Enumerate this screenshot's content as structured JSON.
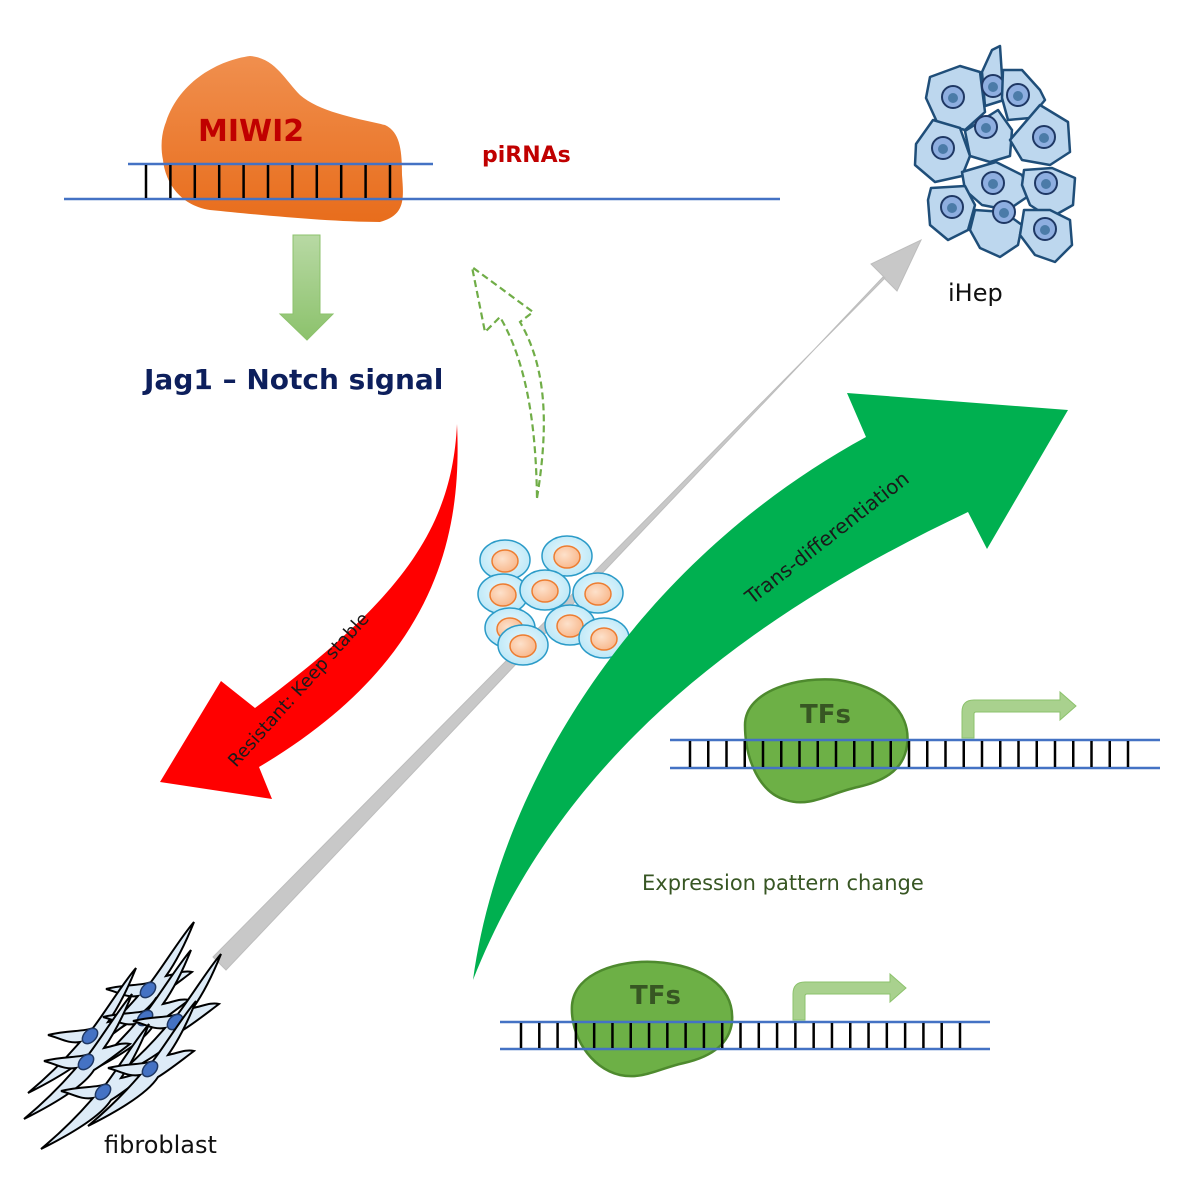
{
  "diagram": {
    "labels": {
      "miwi2": "MIWI2",
      "pirnas": "piRNAs",
      "jag1_notch": "Jag1 – Notch signal",
      "ihep": "iHep",
      "resistant": "Resistant: Keep stable",
      "trans_diff": "Trans-differentiation",
      "tfs_upper": "TFs",
      "tfs_lower": "TFs",
      "expression_change": "Expression pattern change",
      "fibroblast": "fibroblast"
    },
    "colors": {
      "miwi2_protein": "#ED7D31",
      "miwi2_text": "#C00000",
      "pirnas_text": "#C00000",
      "jag1_text": "#0D1F5C",
      "dna_strand": "#4472C4",
      "dna_rung": "#000000",
      "down_arrow": "#A9D18E",
      "dashed_arrow": "#70AD47",
      "grey_arrow": "#C8C8C8",
      "red_arrow": "#FF0000",
      "green_arrow": "#00B050",
      "tf_protein": "#6AAB45",
      "tf_text": "#375623",
      "expression_text": "#375623",
      "hep_cell": "#BDD7EE",
      "hep_outline": "#1F4E79",
      "intermediate_cell": "#D6F1FA",
      "intermediate_nucleus": "#FBCBA6"
    }
  }
}
